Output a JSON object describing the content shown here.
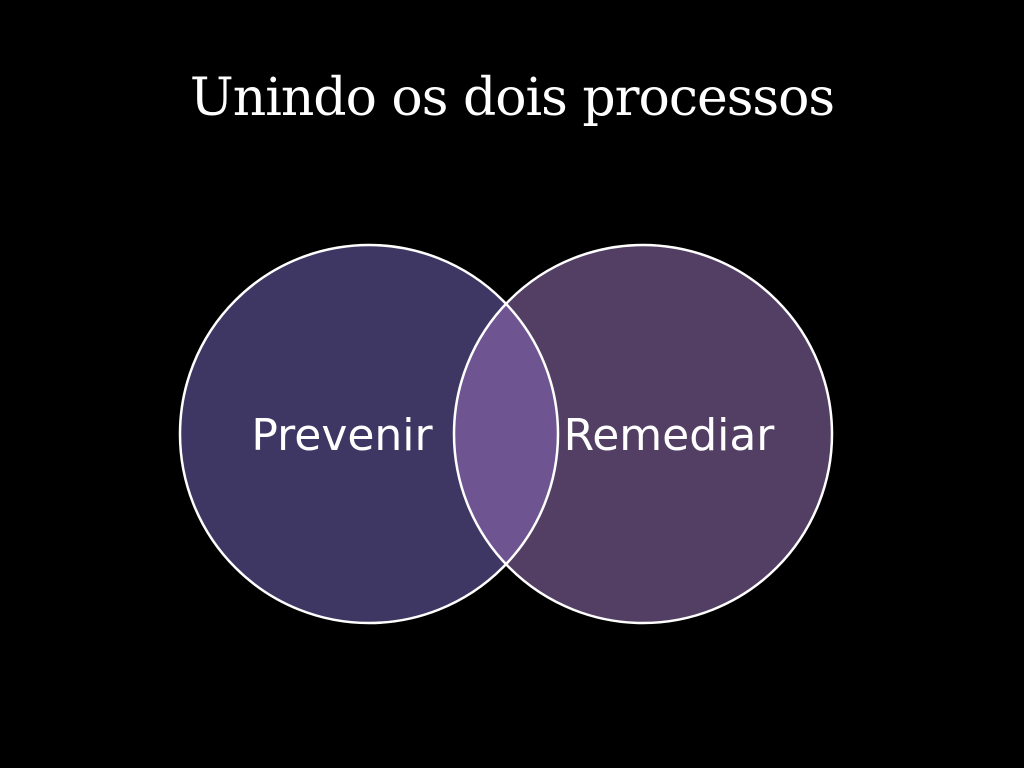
{
  "slide": {
    "title": "Unindo os dois processos"
  },
  "venn": {
    "left_circle": {
      "label": "Prevenir",
      "fill_color": "#3e3663"
    },
    "right_circle": {
      "label": "Remediar",
      "fill_color": "#533f63"
    },
    "overlap_color": "#6e5591",
    "outline_color": "#ffffff"
  }
}
